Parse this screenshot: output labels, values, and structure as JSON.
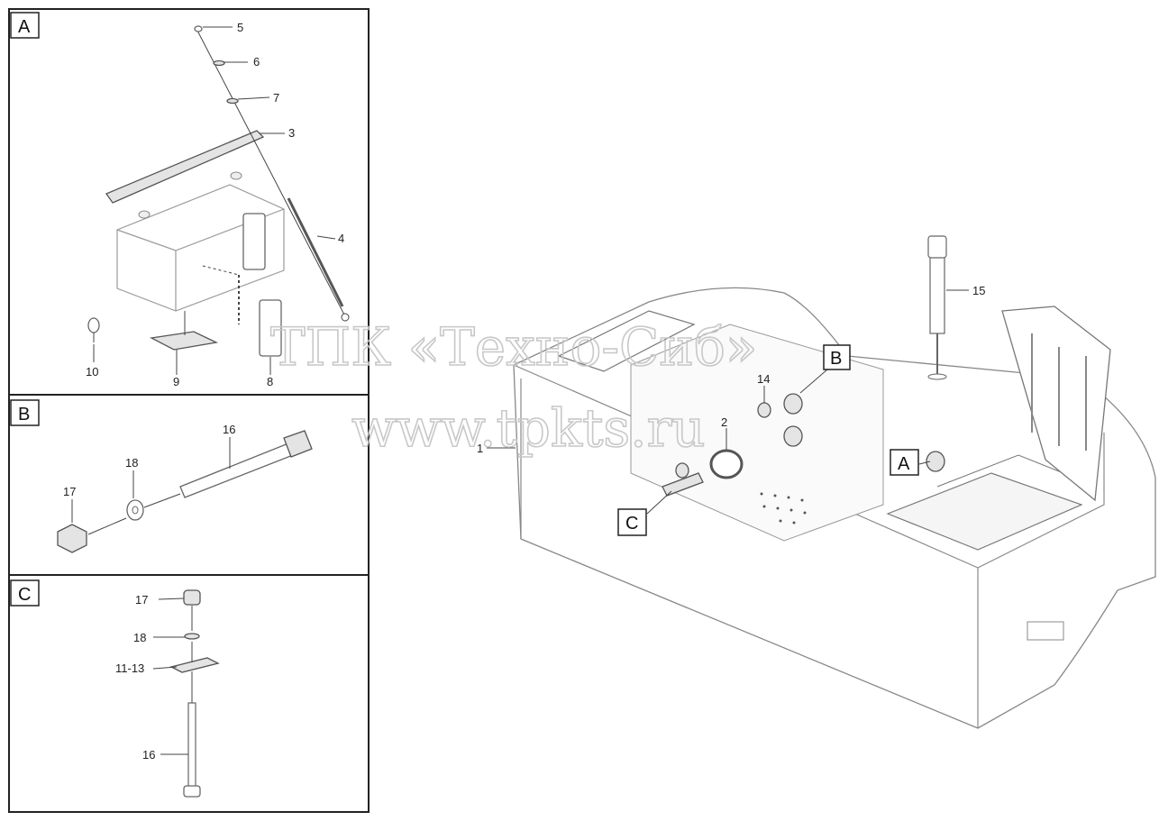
{
  "panels": {
    "a": {
      "tag": "A",
      "labels": {
        "p5": "5",
        "p6": "6",
        "p7": "7",
        "p3": "3",
        "p4": "4",
        "p10": "10",
        "p9": "9",
        "p8": "8"
      }
    },
    "b": {
      "tag": "B",
      "labels": {
        "p16": "16",
        "p18": "18",
        "p17": "17"
      }
    },
    "c": {
      "tag": "C",
      "labels": {
        "p17": "17",
        "p18": "18",
        "p1113": "11-13",
        "p16": "16"
      }
    }
  },
  "main": {
    "labels": {
      "p1": "1",
      "p2": "2",
      "p14": "14",
      "p15": "15"
    },
    "callouts": {
      "a": "A",
      "b": "B",
      "c": "C"
    }
  },
  "watermark": {
    "line1": "ТПК «Техно-Сиб»",
    "line2": "www.tpkts.ru"
  }
}
